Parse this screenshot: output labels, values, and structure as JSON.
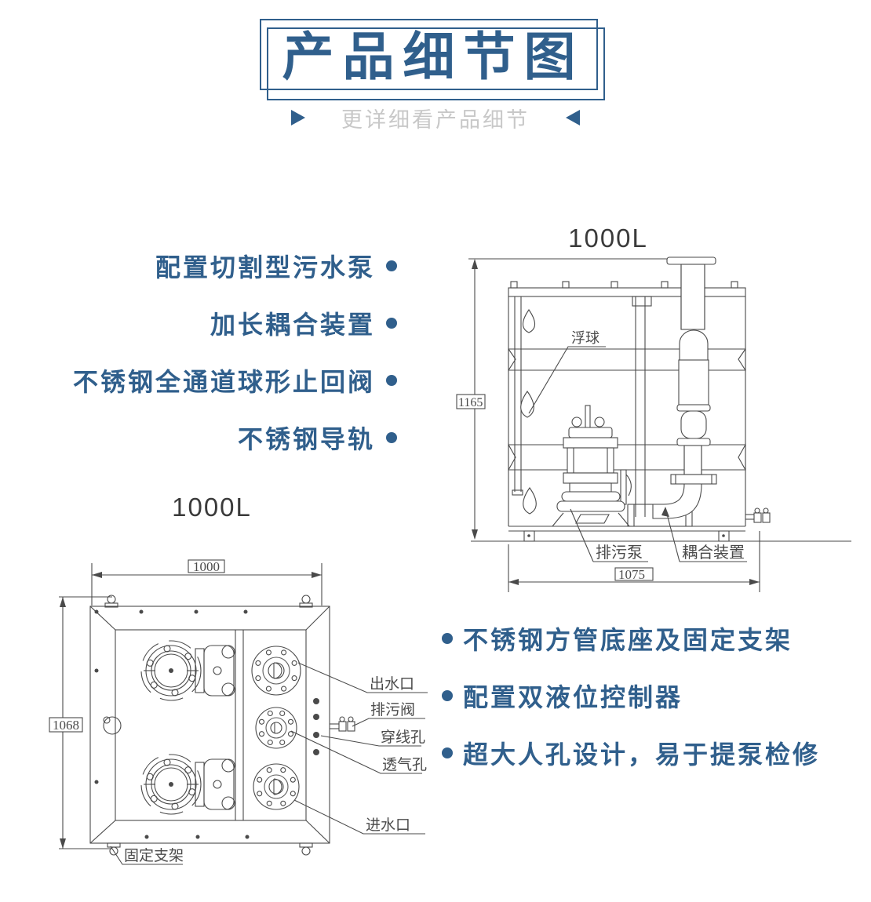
{
  "header": {
    "title": "产品细节图",
    "subtitle": "更详细看产品细节"
  },
  "features_left": [
    "配置切割型污水泵",
    "加长耦合装置",
    "不锈钢全通道球形止回阀",
    "不锈钢导轨"
  ],
  "features_right": [
    "不锈钢方管底座及固定支架",
    "配置双液位控制器",
    "超大人孔设计，易于提泵检修"
  ],
  "side_view": {
    "capacity": "1000L",
    "dim_height": "1165",
    "dim_width": "1075",
    "label_float": "浮球",
    "label_pump": "排污泵",
    "label_coupling": "耦合装置"
  },
  "top_view": {
    "capacity": "1000L",
    "dim_width": "1000",
    "dim_height": "1068",
    "label_outlet": "出水口",
    "label_drain_valve": "排污阀",
    "label_wire_hole": "穿线孔",
    "label_vent_hole": "透气孔",
    "label_inlet": "进水口",
    "label_bracket": "固定支架"
  },
  "colors": {
    "accent": "#305f8c",
    "subtitle_gray": "#c8c8c8",
    "drawing_line": "#4a4a4a",
    "drawing_label": "#4f4f4f"
  }
}
